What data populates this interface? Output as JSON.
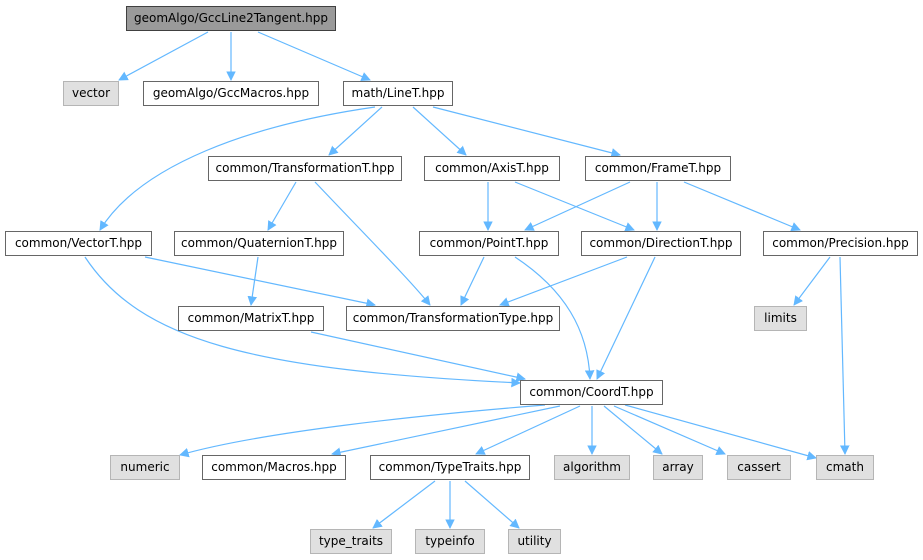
{
  "colors": {
    "edge": "#63b8ff",
    "root_fill": "#9a9a9a",
    "system_fill": "#e0e0e0",
    "node_border": "#666666"
  },
  "nodes": {
    "n_root": "geomAlgo/GccLine2Tangent.hpp",
    "n_vector": "vector",
    "n_gccmacros": "geomAlgo/GccMacros.hpp",
    "n_linet": "math/LineT.hpp",
    "n_transformationt": "common/TransformationT.hpp",
    "n_axist": "common/AxisT.hpp",
    "n_framet": "common/FrameT.hpp",
    "n_vectort": "common/VectorT.hpp",
    "n_quaterniont": "common/QuaternionT.hpp",
    "n_pointt": "common/PointT.hpp",
    "n_directiont": "common/DirectionT.hpp",
    "n_precision": "common/Precision.hpp",
    "n_matrixt": "common/MatrixT.hpp",
    "n_transformationtype": "common/TransformationType.hpp",
    "n_limits": "limits",
    "n_coordt": "common/CoordT.hpp",
    "n_numeric": "numeric",
    "n_macros": "common/Macros.hpp",
    "n_typetraits": "common/TypeTraits.hpp",
    "n_algorithm": "algorithm",
    "n_array": "array",
    "n_cassert": "cassert",
    "n_cmath": "cmath",
    "n_type_traits": "type_traits",
    "n_typeinfo": "typeinfo",
    "n_utility": "utility"
  }
}
